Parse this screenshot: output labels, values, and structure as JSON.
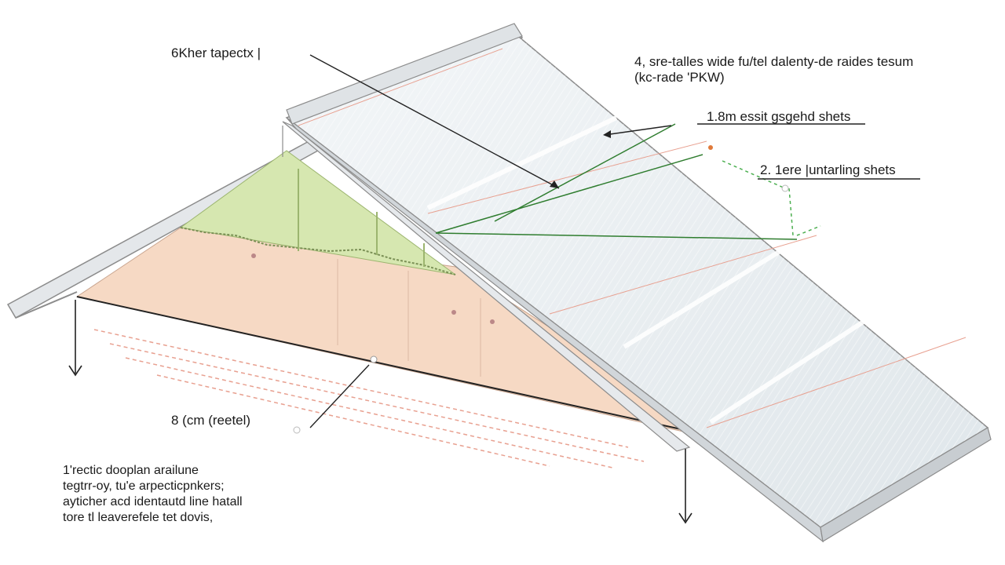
{
  "callouts": {
    "top_left": "6Kher tapectx |",
    "top_right_line1": "4, sre-talles wide fu/tel dalenty-de raides tesum",
    "top_right_line2": "(kc-rade 'PKW)",
    "right_1": "1.8m essit gsgehd shets",
    "right_2": "2. 1ere |untarling shets",
    "bottom_left": "8 (cm (reetel)"
  },
  "note_lines": [
    "1'rectic dooplan arailune",
    "tegtrr-oy, tu'e arpecticpnkers;",
    "ayticher acd identautd line hatall",
    "tore tl leaverefele tet dovis,"
  ],
  "colors": {
    "roof_panel": "#e9eef2",
    "roof_edge": "#8c8c8c",
    "gable_pink": "#f6d9c4",
    "gable_green": "#d6e7b0",
    "leader_green": "#2f7d2f",
    "dashed_red": "#e8a090",
    "ink": "#1a1a1a"
  }
}
